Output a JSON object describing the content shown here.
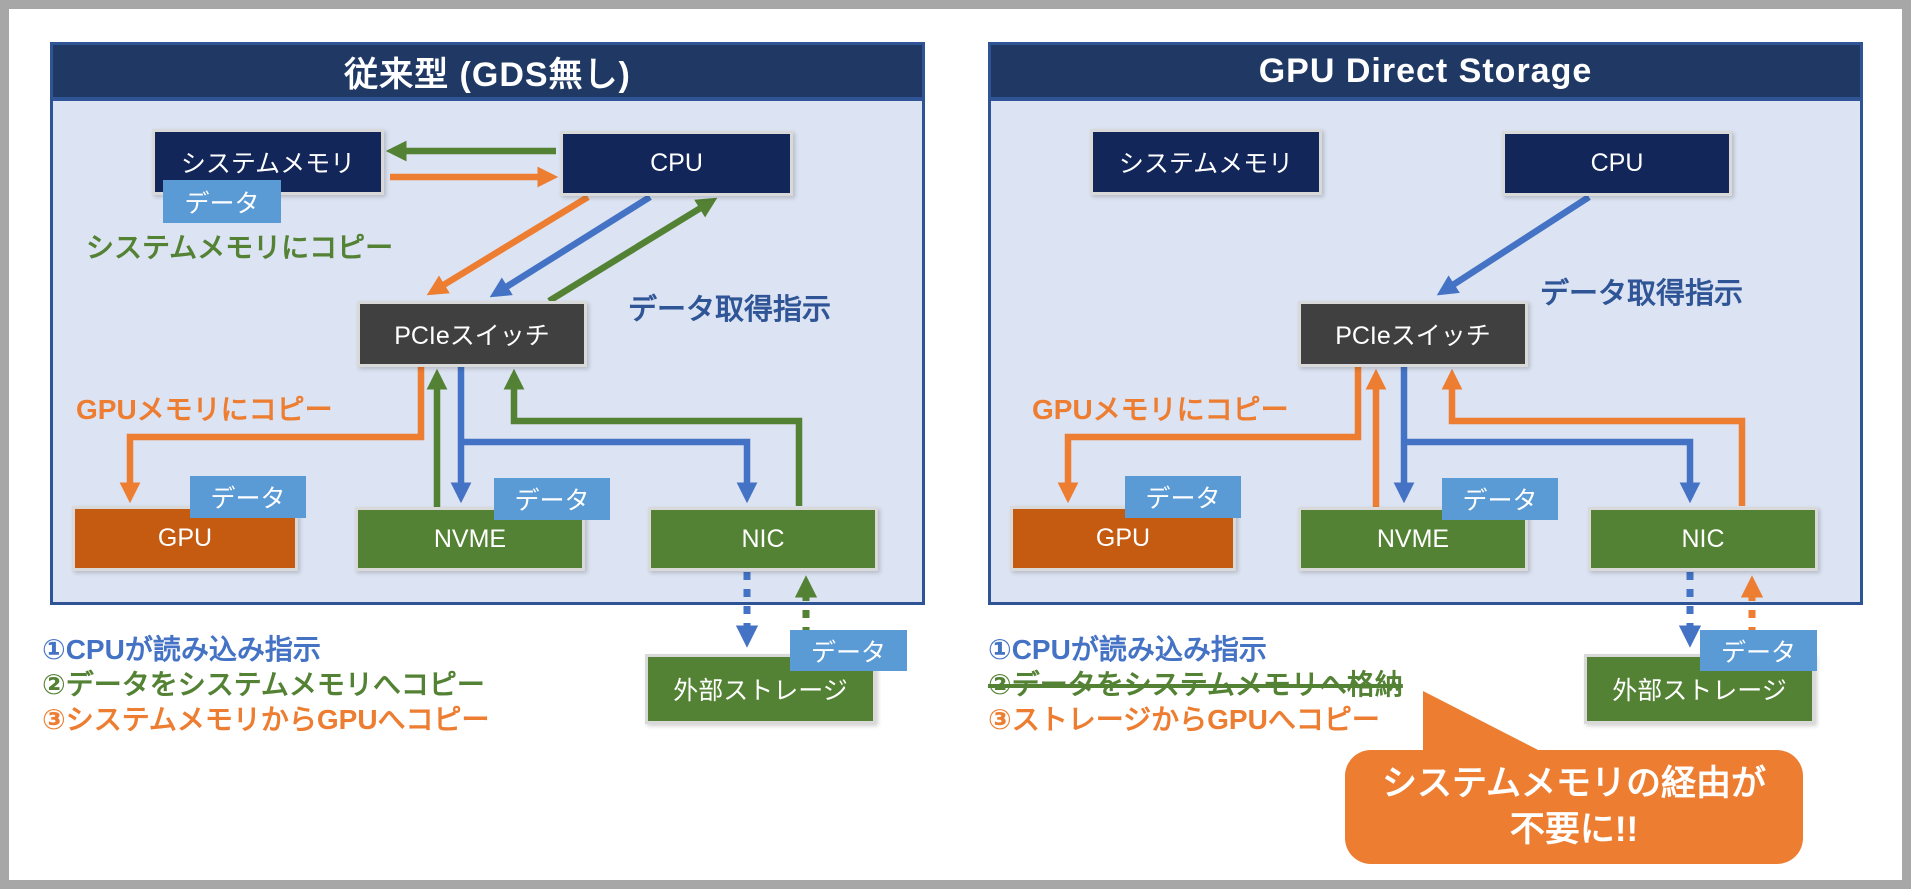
{
  "colors": {
    "header_navy": "#1F3864",
    "panel_bg": "#DCE3F2",
    "panel_border": "#2E5496",
    "box_navy": "#12265A",
    "box_gray": "#404040",
    "box_green": "#548235",
    "box_rust_orange": "#C55A11",
    "data_chip_blue": "#5B9BD5",
    "arrow_blue": "#4472C4",
    "arrow_green": "#548235",
    "arrow_orange": "#ED7D31",
    "label_blue": "#2F5597",
    "callout_orange": "#ED7D31"
  },
  "strings": {
    "data_chip": "データ"
  },
  "left": {
    "title": "従来型 (GDS無し)",
    "boxes": {
      "system_memory": "システムメモリ",
      "cpu": "CPU",
      "pcie_switch": "PCIeスイッチ",
      "gpu": "GPU",
      "nvme": "NVME",
      "nic": "NIC",
      "external_storage": "外部ストレージ"
    },
    "labels": {
      "copy_to_system_memory": "システムメモリにコピー",
      "data_fetch_instruction": "データ取得指示",
      "copy_to_gpu_memory": "GPUメモリにコピー"
    },
    "notes": [
      "①CPUが読み込み指示",
      "②データをシステムメモリへコピー",
      "③システムメモリからGPUへコピー"
    ]
  },
  "right": {
    "title": "GPU Direct Storage",
    "boxes": {
      "system_memory": "システムメモリ",
      "cpu": "CPU",
      "pcie_switch": "PCIeスイッチ",
      "gpu": "GPU",
      "nvme": "NVME",
      "nic": "NIC",
      "external_storage": "外部ストレージ"
    },
    "labels": {
      "data_fetch_instruction": "データ取得指示",
      "copy_to_gpu_memory": "GPUメモリにコピー"
    },
    "notes": [
      "①CPUが読み込み指示",
      "②データをシステムメモリへ格納",
      "③ストレージからGPUへコピー"
    ],
    "callout": {
      "line1": "システムメモリの経由が",
      "line2": "不要に!!"
    }
  }
}
